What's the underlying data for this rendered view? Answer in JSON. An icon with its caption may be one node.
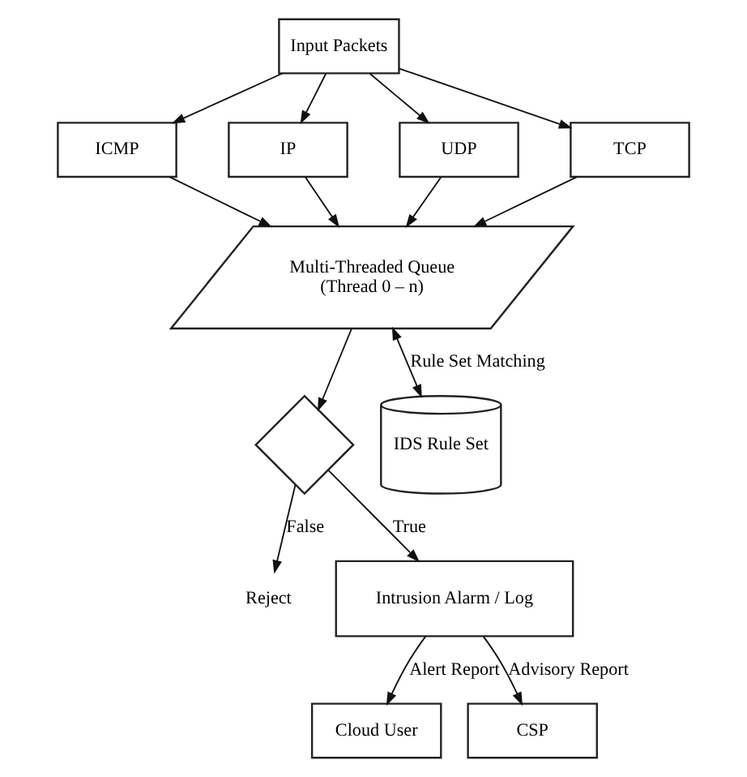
{
  "diagram": {
    "nodes": [
      {
        "text": [
          "Input Packets"
        ]
      },
      {
        "text": [
          "ICMP"
        ]
      },
      {
        "text": [
          "IP"
        ]
      },
      {
        "text": [
          "UDP"
        ]
      },
      {
        "text": [
          "TCP"
        ]
      },
      {
        "text": [
          "Multi-Threaded Queue",
          "(Thread 0 – n)"
        ]
      },
      {
        "text": [],
        "shape": "diamond"
      },
      {
        "text": [
          "Reject"
        ]
      },
      {
        "text": [
          "IDS Rule Set"
        ]
      },
      {
        "text": [
          "Intrusion Alarm / Log"
        ]
      },
      {
        "text": [
          "Cloud User"
        ]
      },
      {
        "text": [
          "CSP"
        ]
      }
    ],
    "edges": [
      {
        "from": 0,
        "to": 1,
        "arrow": "to"
      },
      {
        "from": 0,
        "to": 2,
        "arrow": "to"
      },
      {
        "from": 0,
        "to": 3,
        "arrow": "to"
      },
      {
        "from": 0,
        "to": 4,
        "arrow": "to"
      },
      {
        "from": 1,
        "to": 5,
        "arrow": "to"
      },
      {
        "from": 2,
        "to": 5,
        "arrow": "to"
      },
      {
        "from": 3,
        "to": 5,
        "arrow": "to"
      },
      {
        "from": 4,
        "to": 5,
        "arrow": "to"
      },
      {
        "from": 5,
        "to": 6,
        "arrow": "to"
      },
      {
        "from": 6,
        "to": 7,
        "label": "False",
        "arrow": "to"
      },
      {
        "from": 6,
        "to": 9,
        "label": "True",
        "arrow": "to"
      },
      {
        "from": 5,
        "to": 8,
        "label": "Rule Set Matching",
        "arrow": "both"
      },
      {
        "from": 9,
        "to": 10,
        "label": "Alert Report",
        "arrow": "to"
      },
      {
        "from": 9,
        "to": 11,
        "label": "Advisory Report",
        "arrow": "to"
      }
    ]
  }
}
